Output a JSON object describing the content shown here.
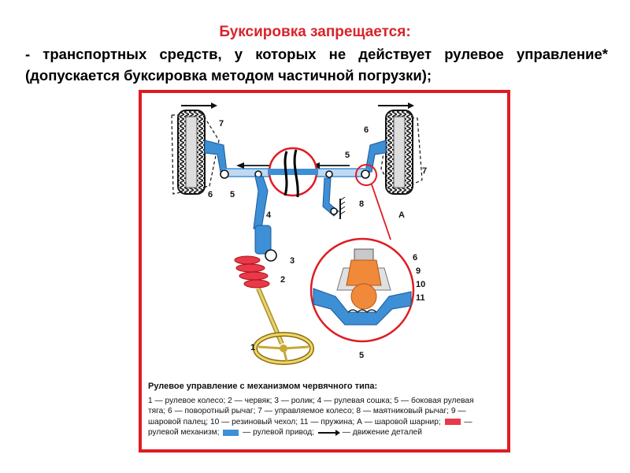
{
  "heading": "Буксировка запрещается:",
  "paragraph": "- транспортных средств, у которых не действует рулевое управление* (допускается буксировка методом частичной погрузки);",
  "figure": {
    "labels": {
      "l1": "1",
      "l2": "2",
      "l3": "3",
      "l4": "4",
      "l5a": "5",
      "l5b": "5",
      "l5c": "5",
      "l6a": "6",
      "l6b": "6",
      "l6c": "6",
      "l7a": "7",
      "l7b": "7",
      "l8": "8",
      "l9": "9",
      "l10": "10",
      "l11": "11",
      "lA": "А"
    },
    "caption_title": "Рулевое управление с механизмом червячного типа:",
    "caption_line1": "1 — рулевое колесо; 2 — червяк; 3 — ролик; 4 — рулевая сошка; 5 — боковая рулевая",
    "caption_line2": "тяга; 6 — поворотный рычаг; 7 — управляемое колесо; 8 — маятниковый рычаг; 9 —",
    "caption_line3a": "шаровой палец; 10 — резиновый чехол; 11 — пружина; А — шаровой шарнир;",
    "caption_line3b": "—",
    "caption_line4a": "рулевой механизм;",
    "caption_line4b": "— рулевой привод;",
    "caption_line4c": "— движение деталей",
    "colors": {
      "mechanism": "#e8394b",
      "drive": "#3d8fd6",
      "frame": "#e01b23"
    }
  }
}
